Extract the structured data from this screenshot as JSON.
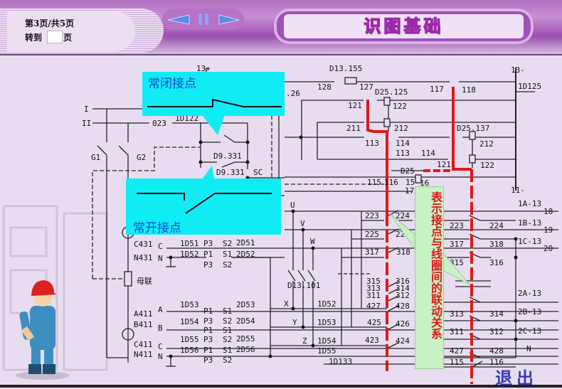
{
  "header": {
    "page_status": "第3页/共5页",
    "goto_label": "转到",
    "goto_value": "",
    "page_suffix": "页",
    "title": "识图基础",
    "nav": {
      "prev_icon": "triangle-left-icon",
      "pause_icon": "pause-icon",
      "next_icon": "triangle-right-icon"
    }
  },
  "callouts": {
    "normally_closed": "常闭接点",
    "normally_open": "常开接点",
    "linkage_note": "表示接点与线圈间的联动关系"
  },
  "exit_label": "退出",
  "colors": {
    "accent_red": "#e01818",
    "callout_cyan": "#10ecf4",
    "note_green": "#c8f2c4",
    "header_purple": "#a050b8"
  },
  "diagram": {
    "labels": [
      "13+",
      "D13.155",
      "128",
      "127",
      "D25.125",
      "117",
      "118",
      "13-",
      "1D125",
      ".26",
      "121",
      "122",
      "I",
      "II",
      "023",
      "1D122",
      "211",
      "212",
      "D25.137",
      "113",
      "114",
      "212",
      "G1",
      "G2",
      "D9.331",
      "113",
      "114",
      "121",
      "122",
      "D25",
      "D9.331",
      "SC",
      "115",
      "116",
      "15",
      "16",
      "17",
      "11-",
      "U",
      "V",
      "W",
      "223",
      "224",
      "225",
      "226",
      "317",
      "318",
      "1A-13",
      "18",
      "223",
      "224",
      "1B-13",
      "19",
      "317",
      "318",
      "1C-13",
      "20",
      "315",
      "316",
      "2A-13",
      "313",
      "314",
      "2B-13",
      "311",
      "312",
      "2C-13",
      "427",
      "428",
      "N",
      "115",
      "116",
      "315",
      "313",
      "311",
      "427",
      "316",
      "314",
      "312",
      "428",
      "425",
      "426",
      "423",
      "424",
      "D13.101",
      "X",
      "1D52",
      "Y",
      "1D53",
      "Z",
      "1D54",
      "1D55",
      "1D133",
      "C431",
      "N431",
      "C",
      "N",
      "1D51",
      "P3",
      "S2",
      "2D51",
      "1D52",
      "P1",
      "S1",
      "2D52",
      "P3",
      "S2",
      "母联",
      "A411",
      "B411",
      "C411",
      "N411",
      "A",
      "B",
      "C",
      "N",
      "1D53",
      "2D53",
      "P1",
      "S1",
      "1D54",
      "P3",
      "S2",
      "2D54",
      "P1",
      "S1",
      "1D55",
      "P3",
      "S2",
      "2D55",
      "1D56",
      "P1",
      "S1",
      "2D56",
      "P3",
      "S2"
    ]
  }
}
